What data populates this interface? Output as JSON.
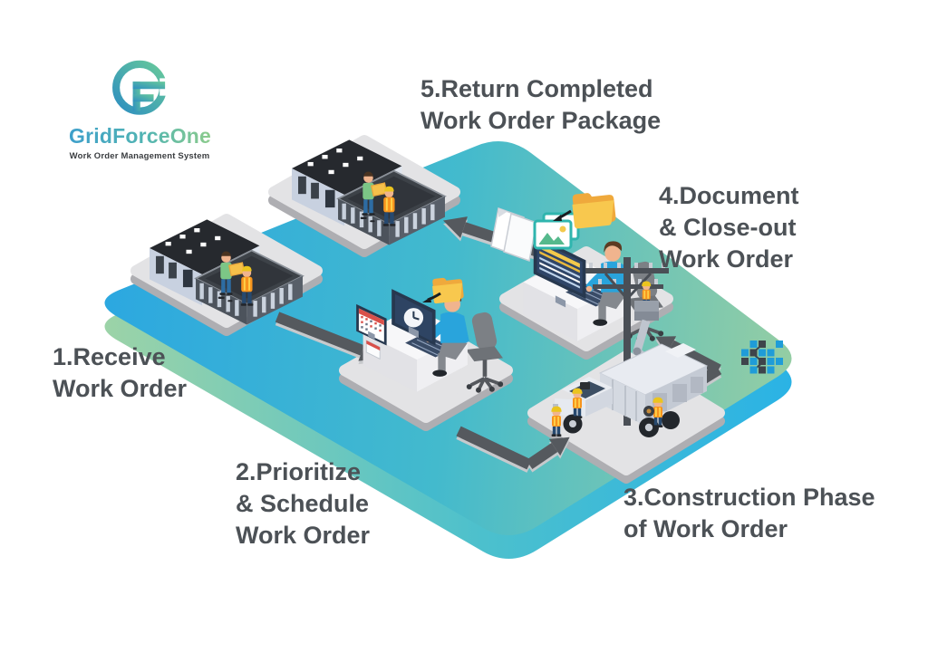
{
  "brand": {
    "name": "GridForceOne",
    "tagline": "Work Order Management System"
  },
  "steps": [
    {
      "lines": [
        "1.Receive",
        "Work Order"
      ]
    },
    {
      "lines": [
        "2.Prioritize",
        "& Schedule",
        "Work Order"
      ]
    },
    {
      "lines": [
        "3.Construction Phase",
        "of Work Order"
      ]
    },
    {
      "lines": [
        "4.Document",
        "& Close-out",
        "Work Order"
      ]
    },
    {
      "lines": [
        "5.Return Completed",
        "Work Order Package"
      ]
    }
  ],
  "colors": {
    "platform_blue": "#2BA7E1",
    "platform_teal": "#43BACD",
    "platform_green": "#97CEA2",
    "side_green": "#9FD4A6",
    "side_teal": "#4CC0CD",
    "side_blue": "#29B2E6",
    "arrow_gray": "#55595E",
    "label_gray": "#4C5156",
    "folder_front": "#F8C84E",
    "folder_back": "#EFA93C",
    "brand_blue": "#3E9FCB",
    "brand_green": "#8BCB8C",
    "vest_orange": "#F7941E",
    "shirt_blue": "#29A4DC",
    "pixel_blue": "#1F9CD8",
    "pixel_dark": "#3E444B",
    "background": "#FFFFFF"
  },
  "icons": {
    "logo_mark": "logo-mark-icon",
    "folder": "folder-icon",
    "document": "document-icon",
    "photos": "photo-icon",
    "flow_arrow": "flow-arrow-icon",
    "pixel_grid": "pixel-grid-icon"
  }
}
